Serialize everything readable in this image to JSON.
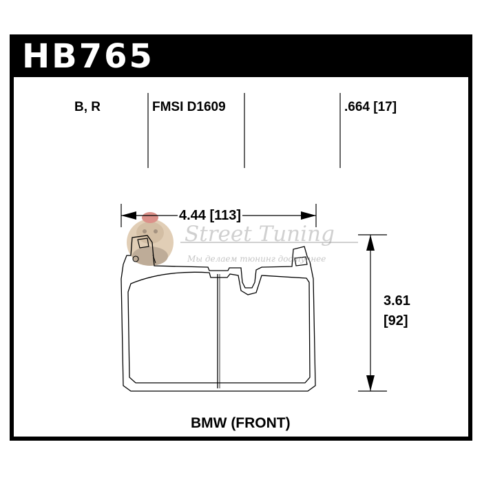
{
  "header": {
    "part_number": "HB765"
  },
  "specs": {
    "compounds": "B, R",
    "fmsi": "FMSI D1609",
    "thickness": ".664 [17]"
  },
  "dimensions": {
    "width": "4.44 [113]",
    "height_in": "3.61",
    "height_mm": "[92]"
  },
  "caption": "BMW (FRONT)",
  "watermark": {
    "title": "Street Tuning",
    "subtitle": "Мы делаем тюнинг доступнее",
    "logo_icon": "bulldog-mascot-icon"
  },
  "colors": {
    "frame": "#000000",
    "background": "#ffffff",
    "watermark": "#9a9a9a"
  }
}
